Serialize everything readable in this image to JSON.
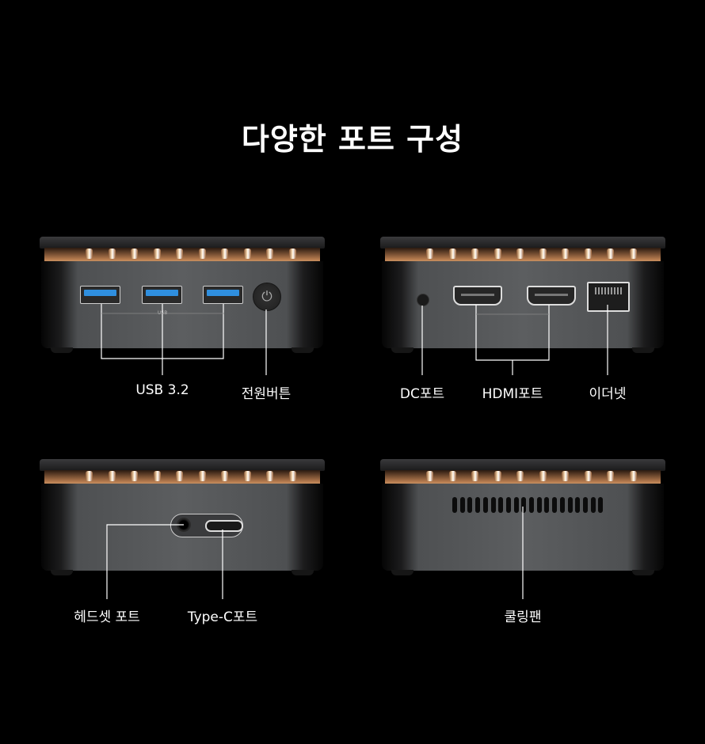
{
  "title": "다양한 포트 구성",
  "panels": {
    "front": {
      "usb_mark": "USB",
      "labels": [
        "USB 3.2",
        "전원버튼"
      ]
    },
    "rear": {
      "labels": [
        "DC포트",
        "HDMI포트",
        "이더넷"
      ]
    },
    "side": {
      "labels": [
        "헤드셋 포트",
        "Type-C포트"
      ]
    },
    "fan_side": {
      "labels": [
        "쿨링팬"
      ]
    }
  },
  "colors": {
    "background": "#000000",
    "usb_blue": "#2f8fdf",
    "copper": "#b47a4e"
  }
}
